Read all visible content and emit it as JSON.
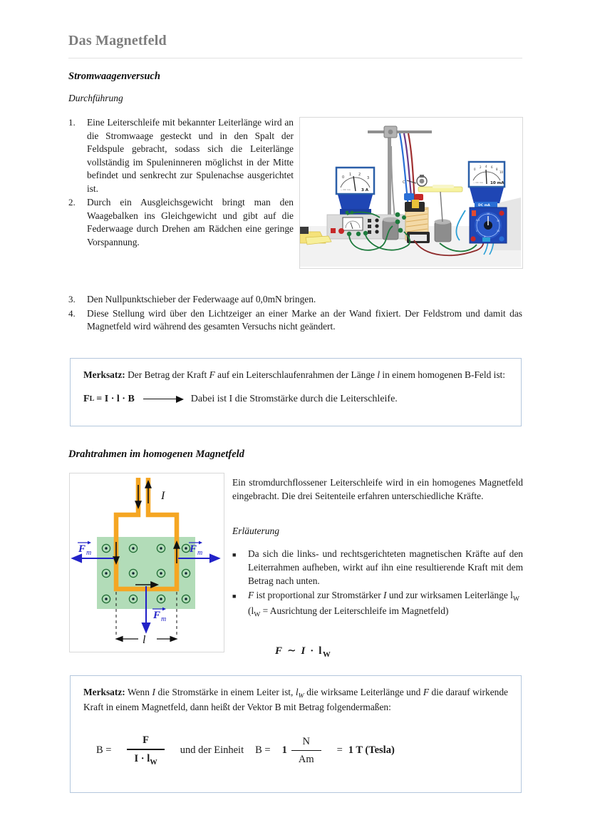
{
  "document": {
    "title": "Das Magnetfeld"
  },
  "section1": {
    "heading": "Stromwaagenversuch",
    "subheading": "Durchführung",
    "steps": [
      {
        "number": "1.",
        "text": "Eine Leiterschleife mit bekannter Leiterlänge wird an die Stromwaage gesteckt und in den Spalt der Feldspule gebracht, sodass sich die Leiterlänge vollständig im Spuleninneren möglichst in der Mitte befindet und senkrecht zur Spulenachse ausgerichtet ist."
      },
      {
        "number": "2.",
        "text": "Durch ein Ausgleichsgewicht bringt man den Waagebalken ins Gleichgewicht und gibt auf die Federwaage durch Drehen am Rädchen eine geringe Vorspannung."
      },
      {
        "number": "3.",
        "text": "Den Nullpunktschieber der Federwaage auf 0,0mN bringen."
      },
      {
        "number": "4.",
        "text": "Diese Stellung wird über den Lichtzeiger an einer Marke an der Wand fixiert. Der Feldstrom und damit das Magnetfeld wird während des gesamten Versuchs nicht geändert."
      }
    ],
    "photo": {
      "caption_alt": "Versuchsaufbau Stromwaage mit zwei Analogmessgeräten, Stativ, Feldspule und Netzgerät",
      "left_meter_label": "3 A",
      "left_meter_ticks": [
        "0",
        "1",
        "2",
        "3"
      ],
      "right_meter_label": "10 mA",
      "right_meter_ticks": [
        "0",
        "2",
        "4",
        "6",
        "8",
        "10"
      ]
    }
  },
  "merksatz1": {
    "lead": "Merksatz:",
    "text_part1": " Der Betrag der Kraft ",
    "sym_F": "F",
    "text_part2": " auf ein Leiterschlaufenrahmen der Länge ",
    "sym_l": "l",
    "text_part3": " in einem homogenen B-Feld ist:",
    "formula_left": "F",
    "formula_left_sub": "L",
    "formula_right": "= I · l · B",
    "formula_note": "Dabei ist I die Stromstärke durch die Leiterschleife."
  },
  "section2": {
    "heading": "Drahtrahmen im homogenen Magnetfeld",
    "intro": "Ein stromdurchflossener Leiterschleife wird in ein homogenes Magnetfeld eingebracht. Die drei Seitenteile erfahren unterschiedliche Kräfte.",
    "subheading": "Erläuterung",
    "bullets": [
      "Da sich die links- und rechtsgerichteten magnetischen Kräfte auf den Leiterrahmen aufheben, wirkt auf ihn eine resultierende Kraft mit dem Betrag nach unten.",
      "F ist proportional zur Stromstärker I und zur wirksamen Leiterlänge lW"
    ],
    "bullet2_note": "(lW = Ausrichtung der Leiterschleife im Magnetfeld)",
    "proportional_formula": "F ∼ I · lW",
    "diagram": {
      "label_current": "I",
      "label_force_left": "Fm",
      "label_force_right": "Fm",
      "label_force_down": "Fm",
      "label_length": "l",
      "field_symbol": "⊙",
      "field_dot_count": 12,
      "colors": {
        "wire": "#F5A623",
        "field_region": "#B2DCB8",
        "force_arrow": "#2222c8",
        "dot_outline": "#1f6b33"
      }
    }
  },
  "merksatz2": {
    "lead": "Merksatz:",
    "text_part1": " Wenn ",
    "sym_I": "I",
    "text_part2": " die Stromstärke in einem Leiter ist, ",
    "sym_lw": "lW",
    "text_part3": " die wirksame Leiterlänge und ",
    "sym_F": "F",
    "text_part4": " die darauf wirkende Kraft in einem Magnetfeld, dann heißt der Vektor B mit Betrag folgendermaßen:",
    "formula": {
      "b_equals": "B =",
      "frac_num": "F",
      "frac_den_I": "I",
      "frac_den_dot": "·",
      "frac_den_lw": "lW",
      "middle_text": "und der Einheit",
      "b_equals2": "B =",
      "one": "1",
      "unit_num": "N",
      "unit_den": "Am",
      "equals": "=",
      "result": "1 T (Tesla)"
    }
  },
  "colors": {
    "title_gray": "#7d7d7d",
    "box_border_blue": "#b4c7dd",
    "rule_gray": "#e2e2e2"
  }
}
